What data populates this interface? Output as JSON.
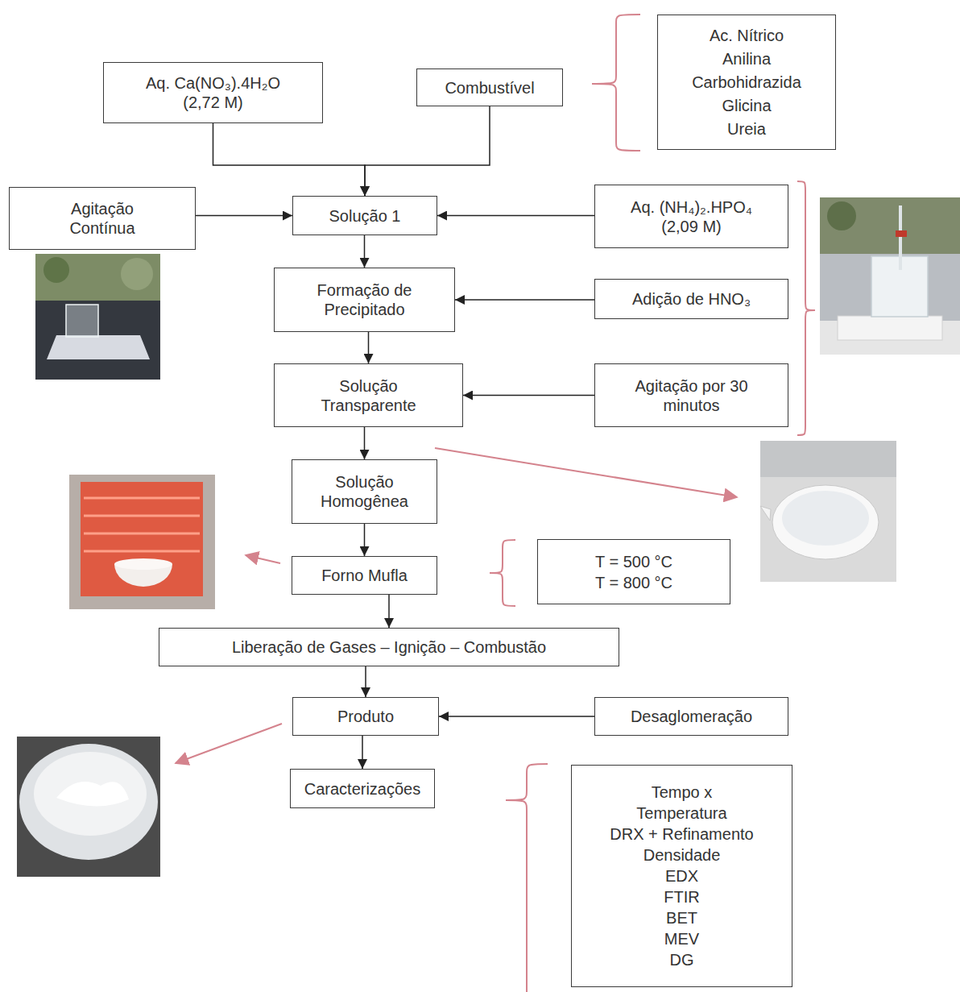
{
  "diagram": {
    "nodes": [
      {
        "text": [
          "Aq. Ca(NO₃).4H₂O (2,72 M)"
        ]
      },
      {
        "text": [
          "Combustível"
        ]
      },
      {
        "text": [
          "Ac. Nítrico",
          "Anilina",
          "Carbohidrazida",
          "Glicina",
          "Ureia"
        ]
      },
      {
        "text": [
          "Agitação Contínua"
        ]
      },
      {
        "text": [
          "Solução 1"
        ]
      },
      {
        "text": [
          "Aq. (NH₄)₂.HPO₄ (2,09 M)"
        ]
      },
      {
        "text": [
          "Formação de Precipitado"
        ]
      },
      {
        "text": [
          "Adição de HNO₃"
        ]
      },
      {
        "text": [
          "Solução Transparente"
        ]
      },
      {
        "text": [
          "Agitação por 30 minutos"
        ]
      },
      {
        "text": [
          "Solução Homogênea"
        ]
      },
      {
        "text": [
          "Forno Mufla"
        ]
      },
      {
        "text": [
          "T = 500 °C",
          "T = 800 °C"
        ]
      },
      {
        "text": [
          "Liberação de Gases – Ignição – Combustão"
        ]
      },
      {
        "text": [
          "Produto"
        ]
      },
      {
        "text": [
          "Desaglomeração"
        ]
      },
      {
        "text": [
          "Caracterizações"
        ]
      },
      {
        "text": [
          "Tempo x Temperatura",
          "DRX + Refinamento",
          "Densidade",
          "EDX",
          "FTIR",
          "BET",
          "MEV",
          "DG"
        ]
      }
    ],
    "edges": [
      {
        "from": 0,
        "to": 4,
        "arrow": "to"
      },
      {
        "from": 1,
        "to": 4,
        "arrow": "to"
      },
      {
        "from": 3,
        "to": 4,
        "arrow": "to"
      },
      {
        "from": 5,
        "to": 4,
        "arrow": "to"
      },
      {
        "from": 4,
        "to": 6,
        "arrow": "to"
      },
      {
        "from": 7,
        "to": 6,
        "arrow": "to"
      },
      {
        "from": 6,
        "to": 8,
        "arrow": "to"
      },
      {
        "from": 9,
        "to": 8,
        "arrow": "to"
      },
      {
        "from": 8,
        "to": 10,
        "arrow": "to"
      },
      {
        "from": 10,
        "to": 11,
        "arrow": "to"
      },
      {
        "from": 11,
        "to": 13,
        "arrow": "to"
      },
      {
        "from": 13,
        "to": 14,
        "arrow": "to"
      },
      {
        "from": 15,
        "to": 14,
        "arrow": "to"
      },
      {
        "from": 14,
        "to": 16,
        "arrow": "to"
      }
    ]
  }
}
